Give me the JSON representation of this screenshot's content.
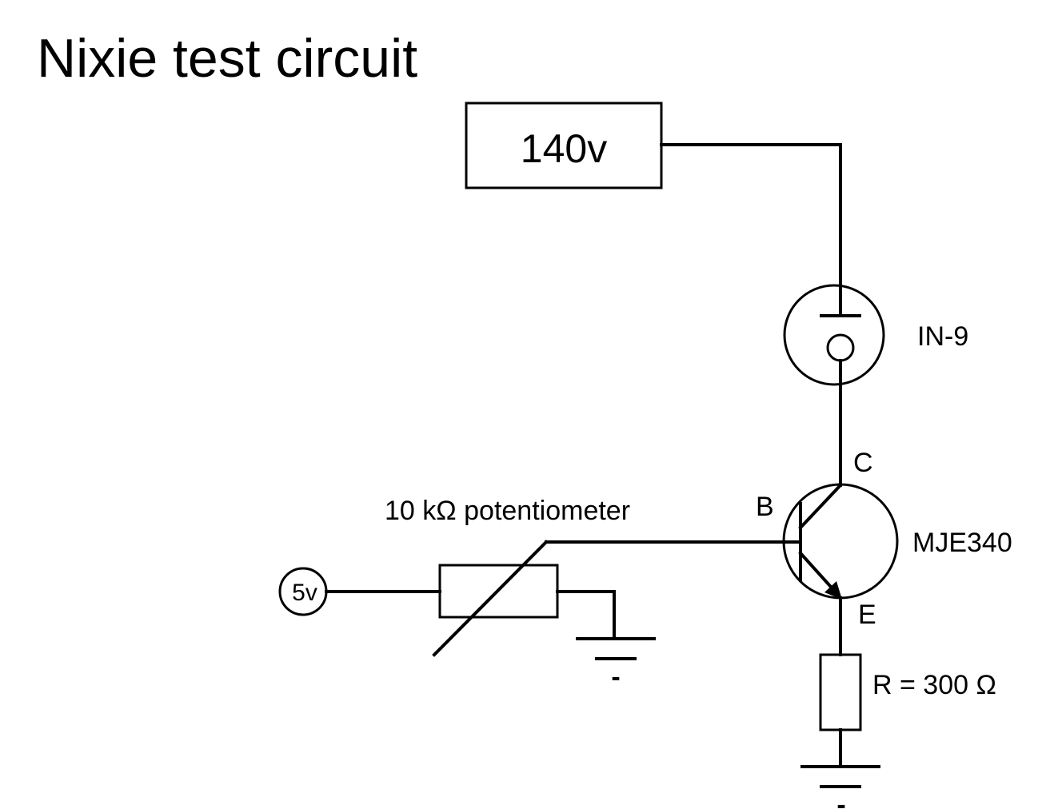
{
  "title": "Nixie test circuit",
  "components": {
    "supply_high": {
      "label": "140v"
    },
    "nixie_tube": {
      "label": "IN-9"
    },
    "transistor": {
      "label": "MJE340",
      "pin_collector": "C",
      "pin_base": "B",
      "pin_emitter": "E"
    },
    "potentiometer": {
      "label": "10 kΩ potentiometer"
    },
    "supply_low": {
      "label": "5v"
    },
    "emitter_resistor": {
      "label": "R = 300 Ω"
    },
    "ground_symbol_mark": "-"
  },
  "colors": {
    "ink": "#000000",
    "background": "#ffffff"
  }
}
